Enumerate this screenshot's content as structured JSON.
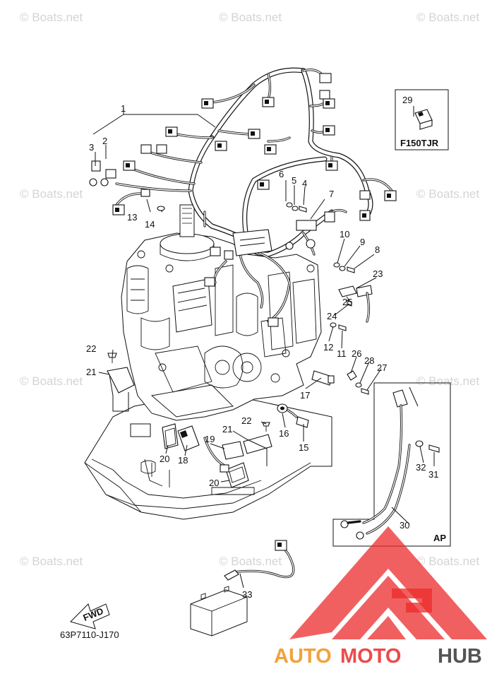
{
  "diagram_code": "63P7110-J170",
  "inset_model": {
    "part": "29",
    "label": "F150TJR"
  },
  "inset_ap": {
    "label": "AP"
  },
  "fwd_label": "FWD",
  "watermark": "© Boats.net",
  "logo": {
    "text_auto": "AUTO",
    "text_moto": "MOTO",
    "text_hub": "HUB"
  },
  "parts": [
    "1",
    "2",
    "3",
    "4",
    "5",
    "6",
    "7",
    "8",
    "9",
    "10",
    "11",
    "12",
    "13",
    "14",
    "15",
    "16",
    "17",
    "18",
    "19",
    "20",
    "20",
    "21",
    "21",
    "22",
    "22",
    "23",
    "24",
    "25",
    "26",
    "27",
    "28",
    "30",
    "31",
    "32",
    "33"
  ]
}
